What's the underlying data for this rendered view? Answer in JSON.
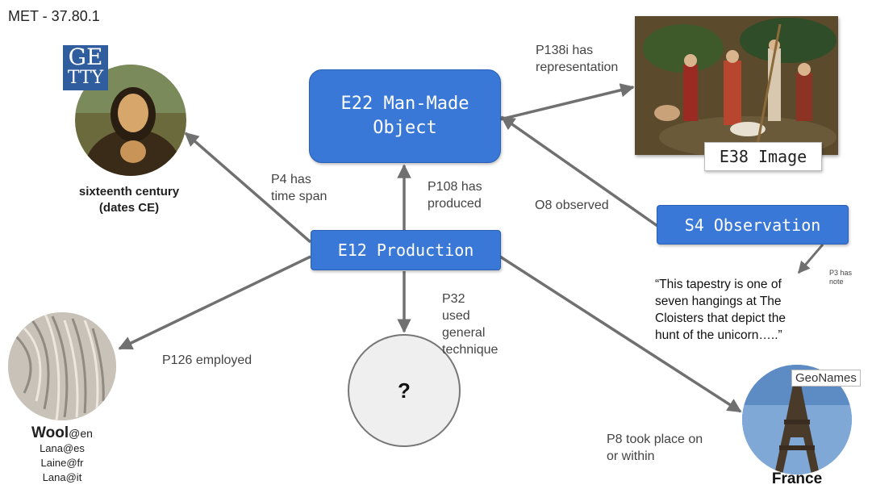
{
  "header": {
    "title": "MET - 37.80.1"
  },
  "nodes": {
    "man_made_object": {
      "line1": "E22 Man-Made",
      "line2": "Object"
    },
    "production": {
      "label": "E12 Production"
    },
    "observation": {
      "label": "S4 Observation"
    },
    "image": {
      "label": "E38 Image"
    },
    "technique": {
      "label": "?"
    },
    "time_span": {
      "line1": "sixteenth century",
      "line2": "(dates CE)"
    },
    "wool": {
      "main": "Wool",
      "main_lang": "@en",
      "alt1": "Lana@es",
      "alt2": "Laine@fr",
      "alt3": "Lana@it"
    },
    "place": {
      "label": "France"
    },
    "note": {
      "line1": "“This tapestry is one of",
      "line2": "seven hangings at The",
      "line3": "Cloisters that depict the",
      "line4": "hunt of the unicorn…..”"
    }
  },
  "edges": {
    "p138i": {
      "line1": "P138i has",
      "line2": "representation"
    },
    "p4": {
      "line1": "P4 has",
      "line2": "time span"
    },
    "p108": {
      "line1": "P108 has",
      "line2": "produced"
    },
    "o8": {
      "label": "O8 observed"
    },
    "p3": {
      "line1": "P3 has",
      "line2": "note"
    },
    "p32": {
      "line1": "P32",
      "line2": "used",
      "line3": "general",
      "line4": "technique"
    },
    "p126": {
      "label": "P126 employed"
    },
    "p8": {
      "line1": "P8 took place on",
      "line2": "or within"
    }
  },
  "logos": {
    "getty": {
      "line1": "GE",
      "line2": "TTY"
    },
    "geonames": {
      "label": "GeoNames"
    }
  },
  "colors": {
    "node_blue": "#3a78d8",
    "edge_gray": "#707070"
  }
}
